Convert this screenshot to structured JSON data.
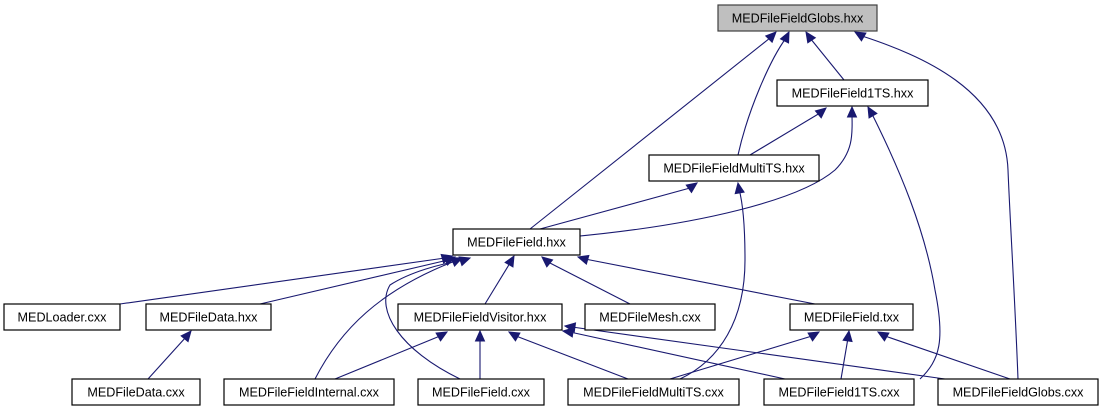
{
  "graph": {
    "type": "include-dependency-graph",
    "root": "MEDFileFieldGlobs.hxx",
    "colors": {
      "edge": "#191970",
      "root_fill": "#bfbfbf",
      "node_fill": "#ffffff",
      "border": "#000000"
    },
    "nodes": [
      {
        "id": "n0",
        "label": "MEDFileFieldGlobs.hxx",
        "root": true
      },
      {
        "id": "n1",
        "label": "MEDFileField1TS.hxx"
      },
      {
        "id": "n2",
        "label": "MEDFileFieldMultiTS.hxx"
      },
      {
        "id": "n3",
        "label": "MEDFileField.hxx"
      },
      {
        "id": "n4",
        "label": "MEDLoader.cxx"
      },
      {
        "id": "n5",
        "label": "MEDFileData.hxx"
      },
      {
        "id": "n6",
        "label": "MEDFileFieldVisitor.hxx"
      },
      {
        "id": "n7",
        "label": "MEDFileMesh.cxx"
      },
      {
        "id": "n8",
        "label": "MEDFileField.txx"
      },
      {
        "id": "n9",
        "label": "MEDFileData.cxx"
      },
      {
        "id": "n10",
        "label": "MEDFileFieldInternal.cxx"
      },
      {
        "id": "n11",
        "label": "MEDFileField.cxx"
      },
      {
        "id": "n12",
        "label": "MEDFileFieldMultiTS.cxx"
      },
      {
        "id": "n13",
        "label": "MEDFileField1TS.cxx"
      },
      {
        "id": "n14",
        "label": "MEDFileFieldGlobs.cxx"
      }
    ],
    "edges": [
      {
        "from": "n1",
        "to": "n0"
      },
      {
        "from": "n2",
        "to": "n0"
      },
      {
        "from": "n3",
        "to": "n0"
      },
      {
        "from": "n14",
        "to": "n0"
      },
      {
        "from": "n2",
        "to": "n1"
      },
      {
        "from": "n3",
        "to": "n1"
      },
      {
        "from": "n13",
        "to": "n1"
      },
      {
        "from": "n3",
        "to": "n2"
      },
      {
        "from": "n12",
        "to": "n2"
      },
      {
        "from": "n4",
        "to": "n3"
      },
      {
        "from": "n5",
        "to": "n3"
      },
      {
        "from": "n6",
        "to": "n3"
      },
      {
        "from": "n7",
        "to": "n3"
      },
      {
        "from": "n8",
        "to": "n3"
      },
      {
        "from": "n10",
        "to": "n3"
      },
      {
        "from": "n11",
        "to": "n3"
      },
      {
        "from": "n9",
        "to": "n5"
      },
      {
        "from": "n10",
        "to": "n6"
      },
      {
        "from": "n11",
        "to": "n6"
      },
      {
        "from": "n12",
        "to": "n6"
      },
      {
        "from": "n13",
        "to": "n6"
      },
      {
        "from": "n14",
        "to": "n6"
      },
      {
        "from": "n12",
        "to": "n8"
      },
      {
        "from": "n13",
        "to": "n8"
      },
      {
        "from": "n14",
        "to": "n8"
      }
    ]
  }
}
